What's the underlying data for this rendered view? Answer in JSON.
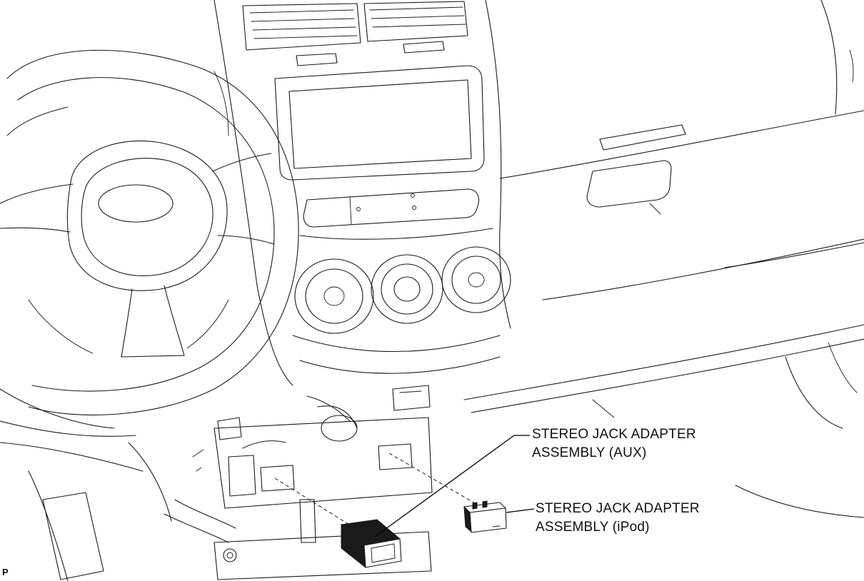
{
  "diagram": {
    "labels": {
      "aux": {
        "line1": "STEREO JACK ADAPTER",
        "line2": "ASSEMBLY (AUX)"
      },
      "ipod": {
        "line1": "STEREO JACK ADAPTER",
        "line2": "ASSEMBLY (iPod)"
      }
    },
    "figure_code": "P"
  }
}
